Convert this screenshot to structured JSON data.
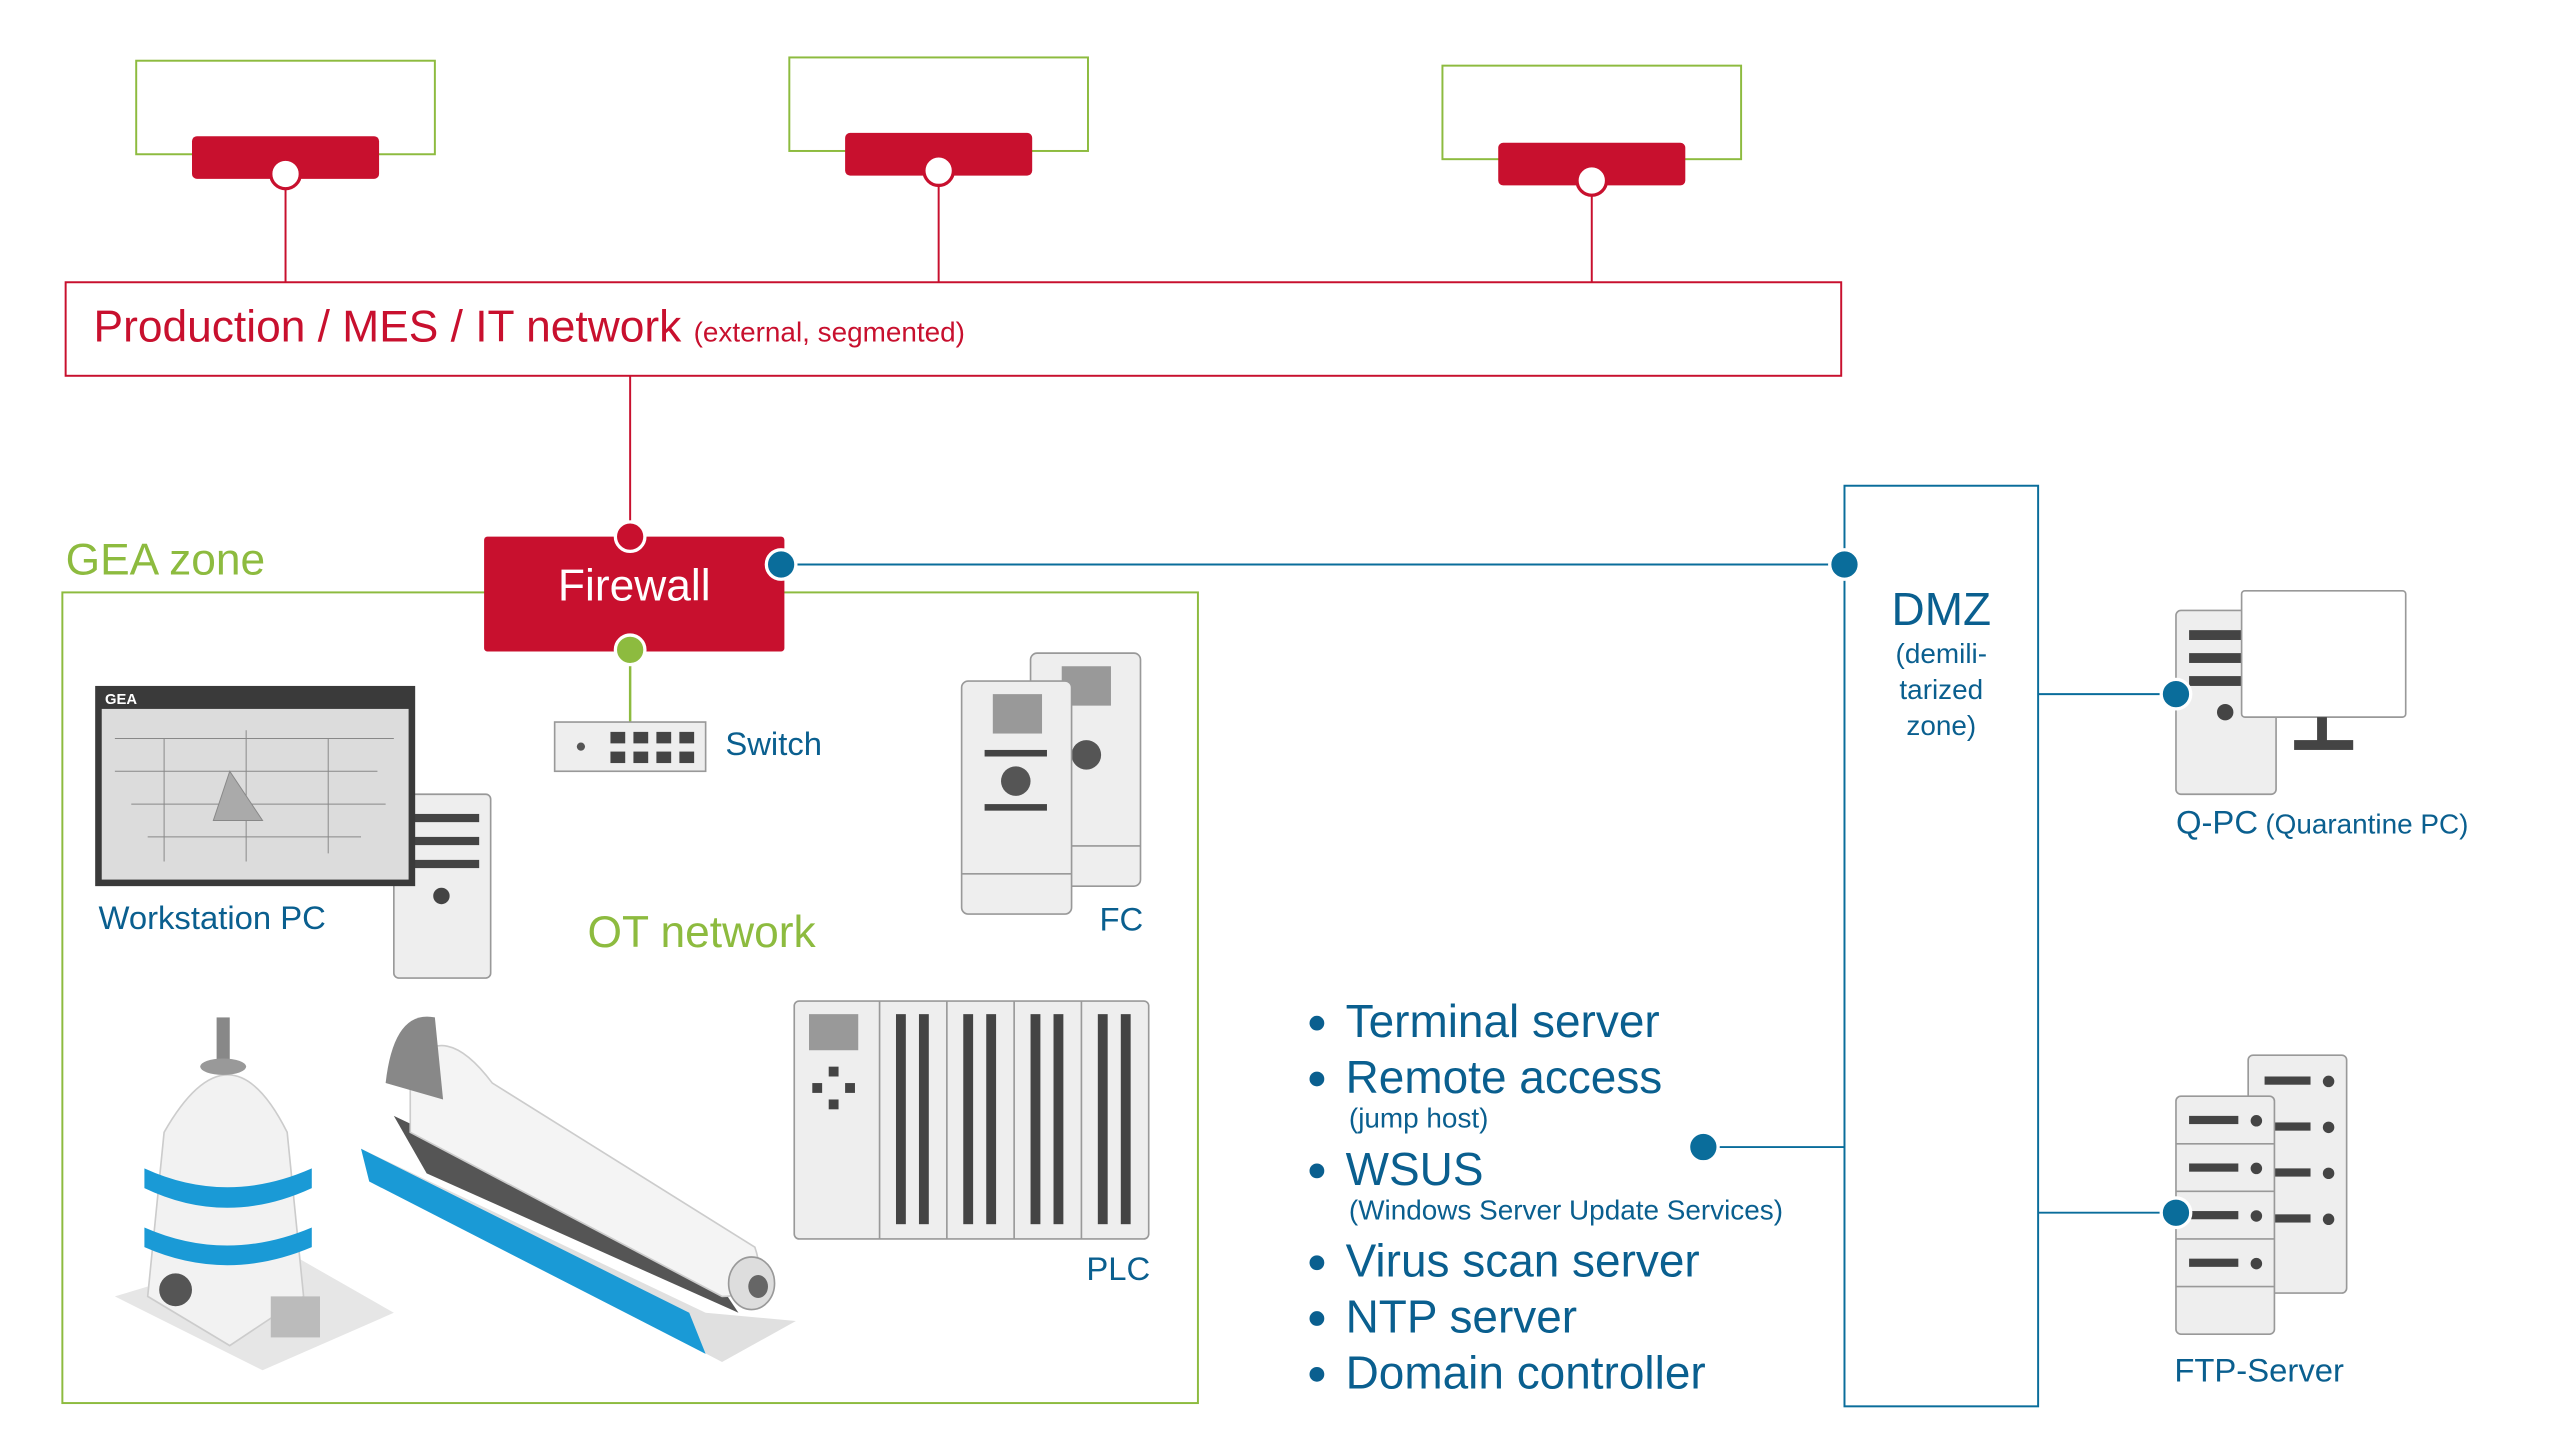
{
  "colors": {
    "red": "#c8102e",
    "green": "#8dbb3f",
    "blue": "#0a6d9b",
    "device": "#e8e8e8"
  },
  "production": {
    "title": "Production / MES / IT network",
    "subtitle": "(external, segmented)"
  },
  "gea_zone": {
    "label": "GEA zone"
  },
  "firewall": {
    "label": "Firewall"
  },
  "switch": {
    "label": "Switch"
  },
  "workstation": {
    "label": "Workstation PC",
    "screen_logo": "GEA"
  },
  "ot_network": {
    "label": "OT network"
  },
  "fc": {
    "label": "FC"
  },
  "plc": {
    "label": "PLC"
  },
  "dmz": {
    "title": "DMZ",
    "subtitle_lines": [
      "(demili-",
      "tarized",
      "zone)"
    ]
  },
  "services": [
    {
      "label": "Terminal server"
    },
    {
      "label": "Remote access",
      "sub": "(jump host)"
    },
    {
      "label": "WSUS",
      "sub": "(Windows Server Update Services)"
    },
    {
      "label": "Virus scan server"
    },
    {
      "label": "NTP server"
    },
    {
      "label": "Domain controller"
    }
  ],
  "qpc": {
    "label": "Q-PC",
    "sub": "(Quarantine PC)"
  },
  "ftp": {
    "label": "FTP-Server"
  }
}
